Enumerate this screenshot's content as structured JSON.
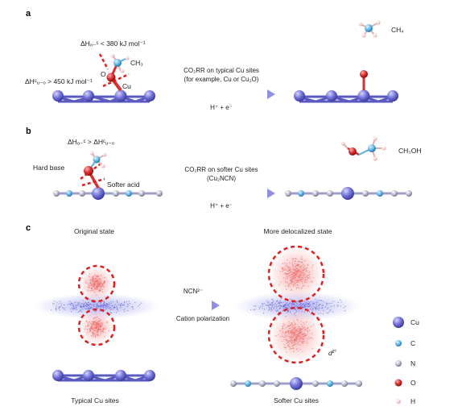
{
  "panels": {
    "a": {
      "letter": "a",
      "h_oc": "ΔHₒ₋ᶜ < 380 kJ mol⁻¹",
      "h_cuo": "ΔHᶜᵤ₋ₒ > 450 kJ mol⁻¹",
      "o_label": "O",
      "cu_label": "Cu",
      "ch3_label": "CH₃",
      "arrow_top_line1": "CO₂RR on typical Cu sites",
      "arrow_top_line2": "(for example, Cu or Cu₂O)",
      "arrow_bottom": "H⁺ + e⁻",
      "product": "CH₄"
    },
    "b": {
      "letter": "b",
      "h_rel": "ΔHₒ₋ᶜ > ΔHᶜᵤ₋ₒ",
      "hard_base": "Hard base",
      "softer_acid": "Softer acid",
      "arrow_top_line1": "CO₂RR on softer Cu sites",
      "arrow_top_line2": "(Cu₂NCN)",
      "arrow_bottom": "H⁺ + e⁻",
      "product": "CH₃OH"
    },
    "c": {
      "letter": "c",
      "left_title": "Original state",
      "right_title": "More delocalized state",
      "arrow_top": "NCN²⁻",
      "arrow_bottom": "Cation polarization",
      "orbital_label": "d",
      "orbital_sub": "z²",
      "left_caption": "Typical Cu sites",
      "right_caption": "Softer Cu sites"
    }
  },
  "legend": {
    "items": [
      {
        "label": "Cu",
        "color": "#6f6fd6"
      },
      {
        "label": "C",
        "color": "#5ab0e0"
      },
      {
        "label": "N",
        "color": "#b5b3d8"
      },
      {
        "label": "O",
        "color": "#d63030"
      },
      {
        "label": "H",
        "color": "#f2c4c4"
      }
    ]
  },
  "colors": {
    "cu": "#6f6fd6",
    "carbon": "#5ab0e0",
    "nitrogen": "#b5b3d8",
    "oxygen": "#d63030",
    "hydrogen": "#f2c4c4",
    "bond_red": "#e02020",
    "arrow": "#8f8fe6",
    "cloud_red": "#e85a5a",
    "cloud_blue": "#5a5ad8"
  }
}
